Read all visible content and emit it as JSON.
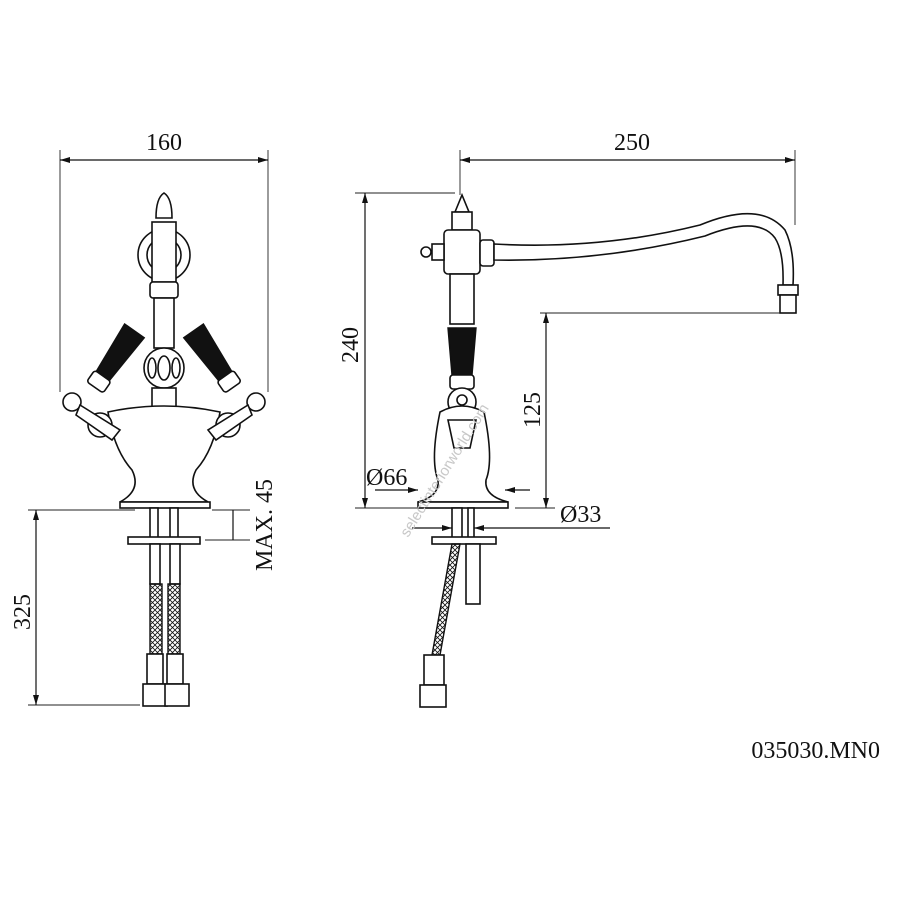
{
  "drawing": {
    "model_code": "035030.MN0",
    "watermark": "selectinteriorworld.com",
    "front_view": {
      "width_label": "160",
      "total_height_label": "325",
      "max_deck_label": "MAX. 45"
    },
    "side_view": {
      "reach_label": "250",
      "height_label": "240",
      "spout_height_label": "125",
      "base_diameter_label": "Ø66",
      "hole_diameter_label": "Ø33"
    }
  }
}
